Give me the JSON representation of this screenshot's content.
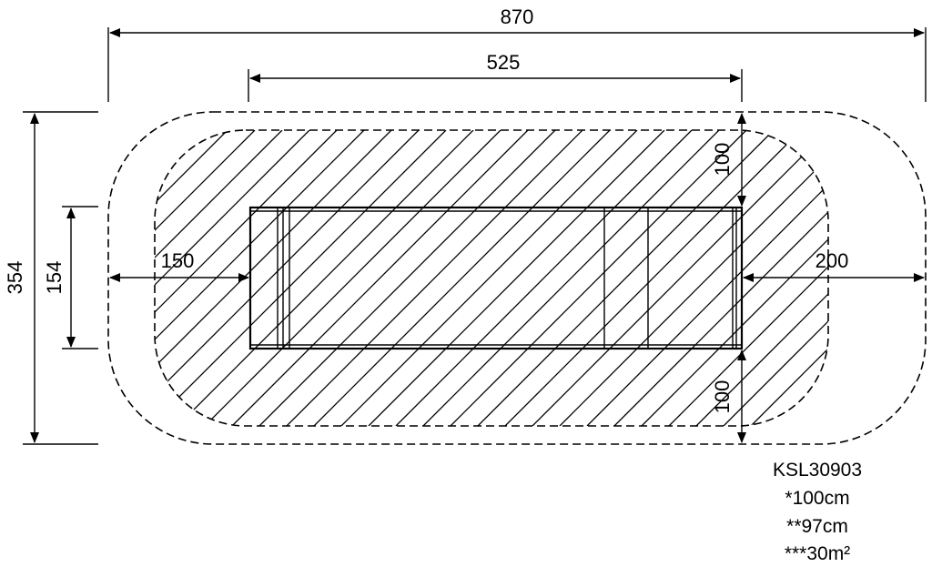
{
  "drawing": {
    "dimensions": {
      "overall_width": "870",
      "equipment_width": "525",
      "overall_depth": "354",
      "equipment_depth": "154",
      "left_clearance": "150",
      "right_clearance": "200",
      "top_clearance": "100",
      "bottom_clearance": "100"
    },
    "specs": {
      "model": "KSL30903",
      "line1": "*100cm",
      "line2": "**97cm",
      "line3": "***30m²"
    }
  }
}
